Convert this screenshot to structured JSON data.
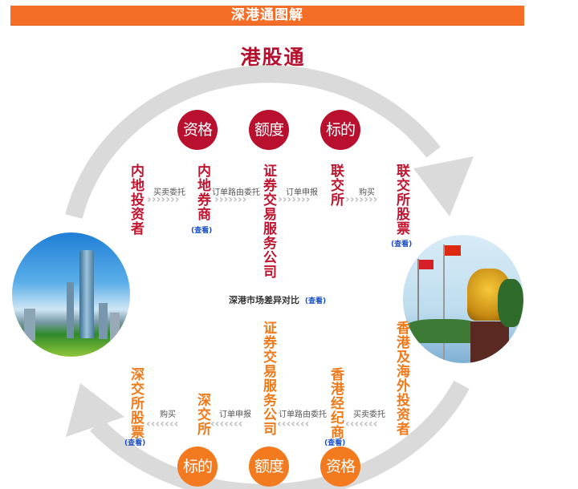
{
  "header": {
    "title": "深港通图解",
    "bg_color": "#f56e28"
  },
  "main_title": "港股通",
  "colors": {
    "northbound_red": "#b8102e",
    "southbound_orange": "#f47a1f",
    "link_blue": "#1a4fc8",
    "arc_gray": "#d9d9d9"
  },
  "top_flow": {
    "badges": [
      "资格",
      "额度",
      "标的"
    ],
    "nodes": [
      {
        "label": "内地投资者"
      },
      {
        "label": "内地券商",
        "link": "(查看)"
      },
      {
        "label": "证券交易服务公司"
      },
      {
        "label": "联交所"
      },
      {
        "label": "联交所股票",
        "link": "(查看)"
      }
    ],
    "edges": [
      "买卖委托",
      "订单路由委托",
      "订单申报",
      "购买"
    ],
    "chevron": "›››››››"
  },
  "center": {
    "compare_label": "深港市场差异对比",
    "compare_link": "(查看)"
  },
  "bottom_flow": {
    "badges": [
      "标的",
      "额度",
      "资格"
    ],
    "nodes": [
      {
        "label": "深交所股票",
        "link": "(查看)"
      },
      {
        "label": "深交所"
      },
      {
        "label": "证券交易服务公司"
      },
      {
        "label": "香港经纪商",
        "link": "(查看)"
      },
      {
        "label": "香港及海外投资者"
      }
    ],
    "edges": [
      "购买",
      "订单申报",
      "订单路由委托",
      "买卖委托"
    ],
    "chevron": "‹‹‹‹‹‹‹"
  },
  "images": {
    "left": "shenzhen-skyline-photo",
    "right": "hong-kong-golden-bauhinia-photo"
  }
}
